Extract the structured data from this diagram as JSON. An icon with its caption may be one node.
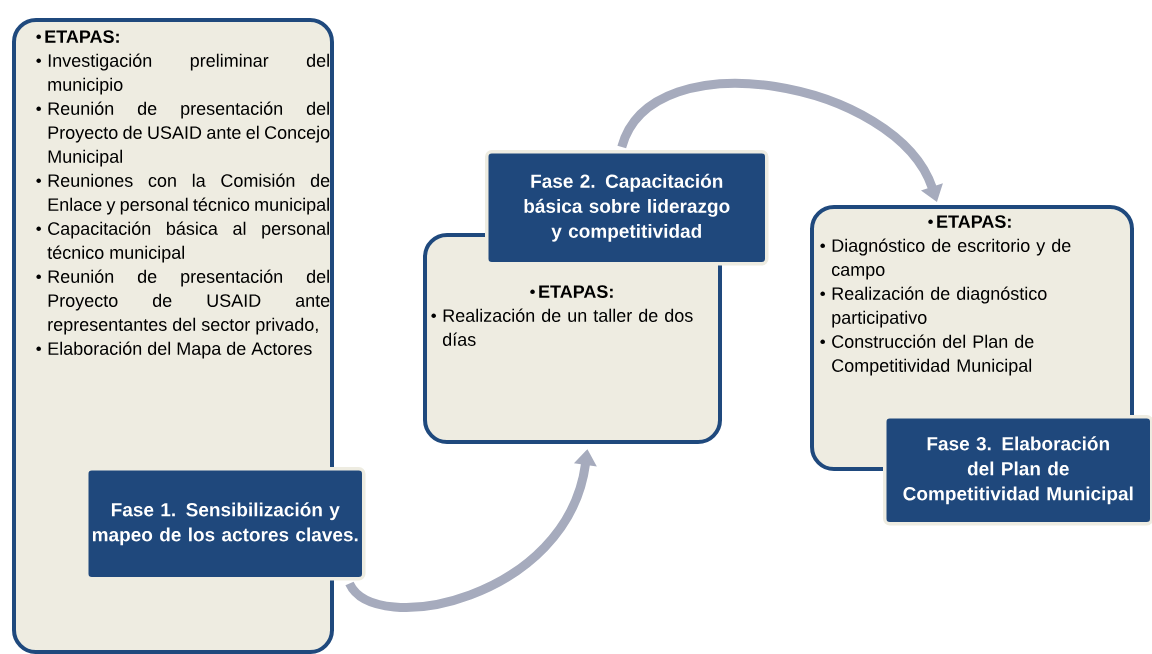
{
  "diagram": {
    "nodes": [
      {
        "text": [
          "ETAPAS:",
          "Investigación preliminar del municipio",
          "Reunión de presentación del Proyecto de USAID ante el Concejo Municipal",
          "Reuniones con la Comisión de Enlace y personal técnico municipal",
          "Capacitación básica al personal técnico municipal",
          "Reunión de presentación del Proyecto de USAID ante representantes del sector privado,",
          "Elaboración del Mapa de Actores"
        ]
      },
      {
        "text": [
          "Fase 1. Sensibilización y mapeo de los actores claves."
        ]
      },
      {
        "text": [
          "ETAPAS:",
          "Realización de un taller de dos días"
        ]
      },
      {
        "text": [
          "Fase 2. Capacitación básica sobre liderazgo y competitividad"
        ]
      },
      {
        "text": [
          "ETAPAS:",
          "Diagnóstico de escritorio y de campo",
          "Realización de diagnóstico participativo",
          "Construcción del Plan de Competitividad Municipal"
        ]
      },
      {
        "text": [
          "Fase 3. Elaboración del Plan de Competitividad Municipal"
        ]
      }
    ],
    "edges": [
      {
        "from": 1,
        "to": 2,
        "arrow": "to"
      },
      {
        "from": 3,
        "to": 4,
        "arrow": "to"
      }
    ]
  }
}
